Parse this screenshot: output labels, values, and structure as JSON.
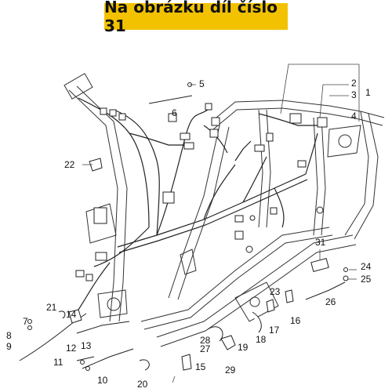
{
  "header": {
    "title": "Na obrázku díl číslo 31"
  },
  "callouts": [
    "1",
    "2",
    "3",
    "4",
    "5",
    "6",
    "7",
    "8",
    "9",
    "10",
    "11",
    "12",
    "13",
    "14",
    "15",
    "16",
    "17",
    "18",
    "19",
    "20",
    "21",
    "22",
    "23",
    "24",
    "25",
    "26",
    "27",
    "28",
    "29",
    "31"
  ]
}
